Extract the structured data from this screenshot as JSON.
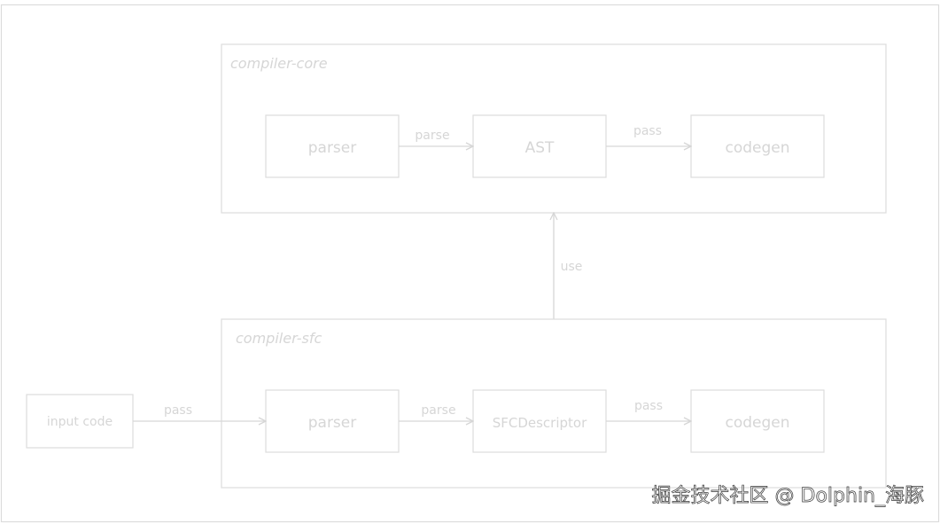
{
  "groups": {
    "core": {
      "label": "compiler-core"
    },
    "sfc": {
      "label": "compiler-sfc"
    }
  },
  "nodes": {
    "core_parser": "parser",
    "core_ast": "AST",
    "core_codegen": "codegen",
    "input_code": "input code",
    "sfc_parser": "parser",
    "sfc_descriptor": "SFCDescriptor",
    "sfc_codegen": "codegen"
  },
  "edges": {
    "core_parse": "parse",
    "core_pass": "pass",
    "use": "use",
    "input_pass": "pass",
    "sfc_parse": "parse",
    "sfc_pass": "pass"
  },
  "watermark": "掘金技术社区 @ Dolphin_海豚"
}
